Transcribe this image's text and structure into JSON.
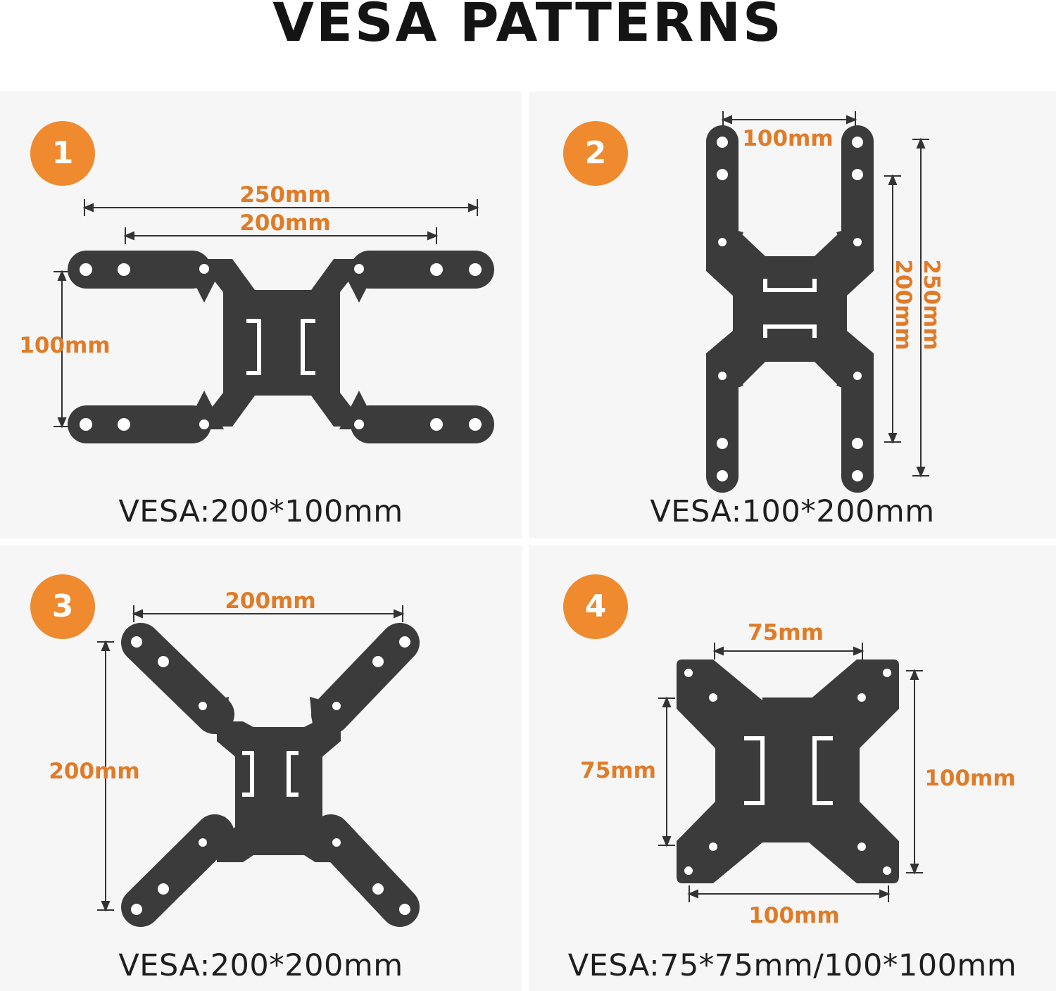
{
  "title": "VESA PATTERNS",
  "colors": {
    "accent": "#ef8a2f",
    "dimension": "#e07b28",
    "plate": "#3b3b3b",
    "panel_bg": "#f6f6f6"
  },
  "panels": [
    {
      "number": "1",
      "caption": "VESA:200*100mm",
      "dims": {
        "top_outer": "250mm",
        "top_inner": "200mm",
        "left": "100mm"
      }
    },
    {
      "number": "2",
      "caption": "VESA:100*200mm",
      "dims": {
        "top": "100mm",
        "right_inner": "200mm",
        "right_outer": "250mm"
      }
    },
    {
      "number": "3",
      "caption": "VESA:200*200mm",
      "dims": {
        "top": "200mm",
        "left": "200mm"
      }
    },
    {
      "number": "4",
      "caption": "VESA:75*75mm/100*100mm",
      "dims": {
        "top": "75mm",
        "left": "75mm",
        "right": "100mm",
        "bottom": "100mm"
      }
    }
  ]
}
